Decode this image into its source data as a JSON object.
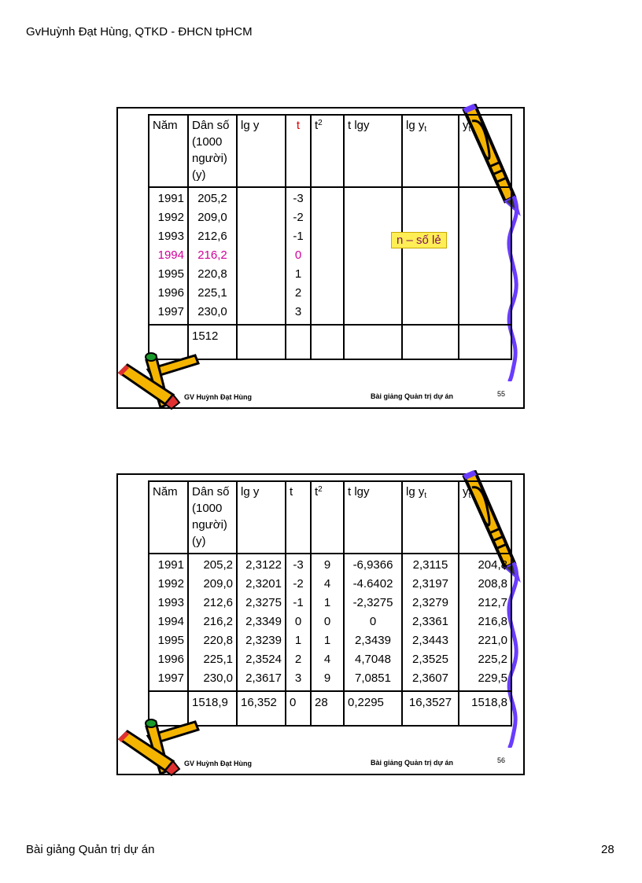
{
  "page": {
    "header": "GvHuỳnh Đạt Hùng, QTKD - ĐHCN tpHCM",
    "footer_left": "Bài giảng Quản trị dự án",
    "footer_page_number": "28"
  },
  "columns": {
    "nam": "Năm",
    "dan_so_line1": "Dân số",
    "dan_so_line2": "(1000",
    "dan_so_line3": "người)",
    "dan_so_line4": "(y)",
    "lg_y": "lg y",
    "t": "t",
    "t2_base": "t",
    "t2_exp": "2",
    "t_lgy": "t lgy",
    "lg_yt_base": "lg y",
    "lg_yt_sub": "t",
    "yt_base": "y",
    "yt_sub": "t"
  },
  "slides": [
    {
      "number": "55",
      "footer_author": "GV Huỳnh Đạt Hùng",
      "footer_course": "Bài giảng Quản trị dự án",
      "note": "n – số lẻ",
      "highlight_color": "#d0009a",
      "t_header_color": "#e00000",
      "rows": [
        {
          "year": "1991",
          "pop": "205,2",
          "lgy": "",
          "t": "-3",
          "t2": "",
          "tlgy": "",
          "lgyt": "",
          "yt": ""
        },
        {
          "year": "1992",
          "pop": "209,0",
          "lgy": "",
          "t": "-2",
          "t2": "",
          "tlgy": "",
          "lgyt": "",
          "yt": ""
        },
        {
          "year": "1993",
          "pop": "212,6",
          "lgy": "",
          "t": "-1",
          "t2": "",
          "tlgy": "",
          "lgyt": "",
          "yt": ""
        },
        {
          "year": "1994",
          "pop": "216,2",
          "lgy": "",
          "t": "0",
          "t2": "",
          "tlgy": "",
          "lgyt": "",
          "yt": ""
        },
        {
          "year": "1995",
          "pop": "220,8",
          "lgy": "",
          "t": "1",
          "t2": "",
          "tlgy": "",
          "lgyt": "",
          "yt": ""
        },
        {
          "year": "1996",
          "pop": "225,1",
          "lgy": "",
          "t": "2",
          "t2": "",
          "tlgy": "",
          "lgyt": "",
          "yt": ""
        },
        {
          "year": "1997",
          "pop": "230,0",
          "lgy": "",
          "t": "3",
          "t2": "",
          "tlgy": "",
          "lgyt": "",
          "yt": ""
        }
      ],
      "total": {
        "year": "",
        "pop": "1512",
        "lgy": "",
        "t": "",
        "t2": "",
        "tlgy": "",
        "lgyt": "",
        "yt": ""
      }
    },
    {
      "number": "56",
      "footer_author": "GV Huỳnh Đạt Hùng",
      "footer_course": "Bài giảng Quản trị dự án",
      "rows": [
        {
          "year": "1991",
          "pop": "205,2",
          "lgy": "2,3122",
          "t": "-3",
          "t2": "9",
          "tlgy": "-6,9366",
          "lgyt": "2,3115",
          "yt": "204,8"
        },
        {
          "year": "1992",
          "pop": "209,0",
          "lgy": "2,3201",
          "t": "-2",
          "t2": "4",
          "tlgy": "-4.6402",
          "lgyt": "2,3197",
          "yt": "208,8"
        },
        {
          "year": "1993",
          "pop": "212,6",
          "lgy": "2,3275",
          "t": "-1",
          "t2": "1",
          "tlgy": "-2,3275",
          "lgyt": "2,3279",
          "yt": "212,7"
        },
        {
          "year": "1994",
          "pop": "216,2",
          "lgy": "2,3349",
          "t": "0",
          "t2": "0",
          "tlgy": "0",
          "lgyt": "2,3361",
          "yt": "216,8"
        },
        {
          "year": "1995",
          "pop": "220,8",
          "lgy": "2,3239",
          "t": "1",
          "t2": "1",
          "tlgy": "2,3439",
          "lgyt": "2,3443",
          "yt": "221,0"
        },
        {
          "year": "1996",
          "pop": "225,1",
          "lgy": "2,3524",
          "t": "2",
          "t2": "4",
          "tlgy": "4,7048",
          "lgyt": "2,3525",
          "yt": "225,2"
        },
        {
          "year": "1997",
          "pop": "230,0",
          "lgy": "2,3617",
          "t": "3",
          "t2": "9",
          "tlgy": "7,0851",
          "lgyt": "2,3607",
          "yt": "229,5"
        }
      ],
      "total": {
        "year": "",
        "pop": "1518,9",
        "lgy": "16,352",
        "t": "0",
        "t2": "28",
        "tlgy": "0,2295",
        "lgyt": "16,3527",
        "yt": "1518,8"
      }
    }
  ]
}
